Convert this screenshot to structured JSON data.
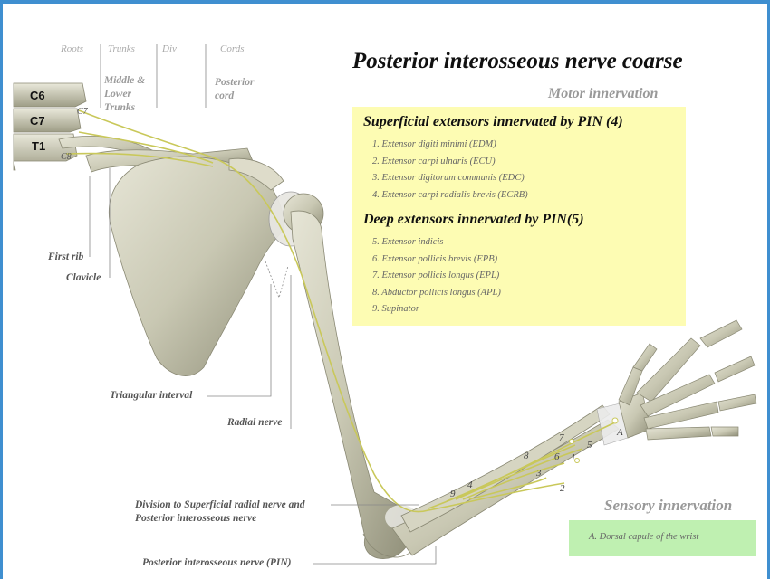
{
  "title": "Posterior interosseous nerve coarse",
  "plexus_headers": {
    "roots": "Roots",
    "trunks": "Trunks",
    "div": "Div",
    "cords": "Cords"
  },
  "plexus_labels": {
    "middle_lower_trunks": [
      "Middle &",
      "Lower",
      "Trunks"
    ],
    "posterior_cord": [
      "Posterior",
      "cord"
    ]
  },
  "vertebrae": {
    "c6": "C6",
    "c7": "C7",
    "t1": "T1",
    "c7_root": "C7",
    "c8_root": "C8"
  },
  "anatomy_labels": {
    "first_rib": "First rib",
    "clavicle": "Clavicle",
    "triangular_interval": "Triangular interval",
    "radial_nerve": "Radial nerve",
    "division": [
      "Division to Superficial radial nerve and",
      "Posterior interosseous nerve"
    ],
    "pin": "Posterior interosseous nerve (PIN)"
  },
  "motor": {
    "heading": "Motor innervation",
    "superficial_heading": "Superficial extensors innervated by PIN (4)",
    "superficial": [
      "1. Extensor digiti minimi (EDM)",
      "2. Extensor carpi ulnaris (ECU)",
      "3. Extensor digitorum communis (EDC)",
      "4. Extensor carpi radialis brevis (ECRB)"
    ],
    "deep_heading": "Deep extensors innervated by PIN(5)",
    "deep": [
      "5. Extensor indicis",
      "6. Extensor pollicis brevis (EPB)",
      "7. Extensor pollicis longus (EPL)",
      "8. Abductor pollicis longus (APL)",
      "9. Supinator"
    ]
  },
  "sensory": {
    "heading": "Sensory innervation",
    "items": [
      "A. Dorsal capule of the wrist"
    ]
  },
  "branch_numbers": [
    "1",
    "2",
    "3",
    "4",
    "5",
    "6",
    "7",
    "8",
    "9",
    "A"
  ]
}
